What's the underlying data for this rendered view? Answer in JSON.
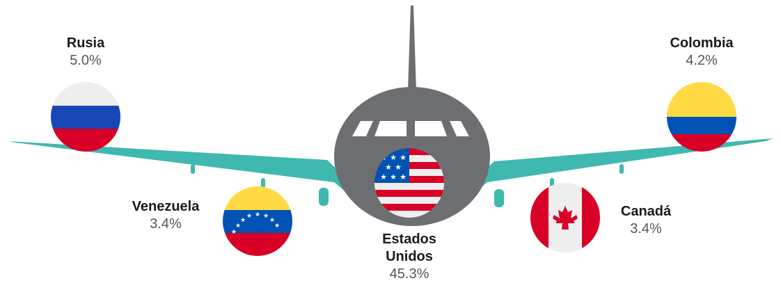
{
  "countries": [
    {
      "id": "russia",
      "name": "Rusia",
      "share": "5.0%"
    },
    {
      "id": "colombia",
      "name": "Colombia",
      "share": "4.2%"
    },
    {
      "id": "venezuela",
      "name": "Venezuela",
      "share": "3.4%"
    },
    {
      "id": "usa",
      "name": "Estados Unidos",
      "name_line1": "Estados",
      "name_line2": "Unidos",
      "share": "45.3%"
    },
    {
      "id": "canada",
      "name": "Canadá",
      "share": "3.4%"
    }
  ],
  "colors": {
    "wing": "#3fb8af",
    "fuselage": "#6d6e71",
    "window": "#ffffff"
  }
}
